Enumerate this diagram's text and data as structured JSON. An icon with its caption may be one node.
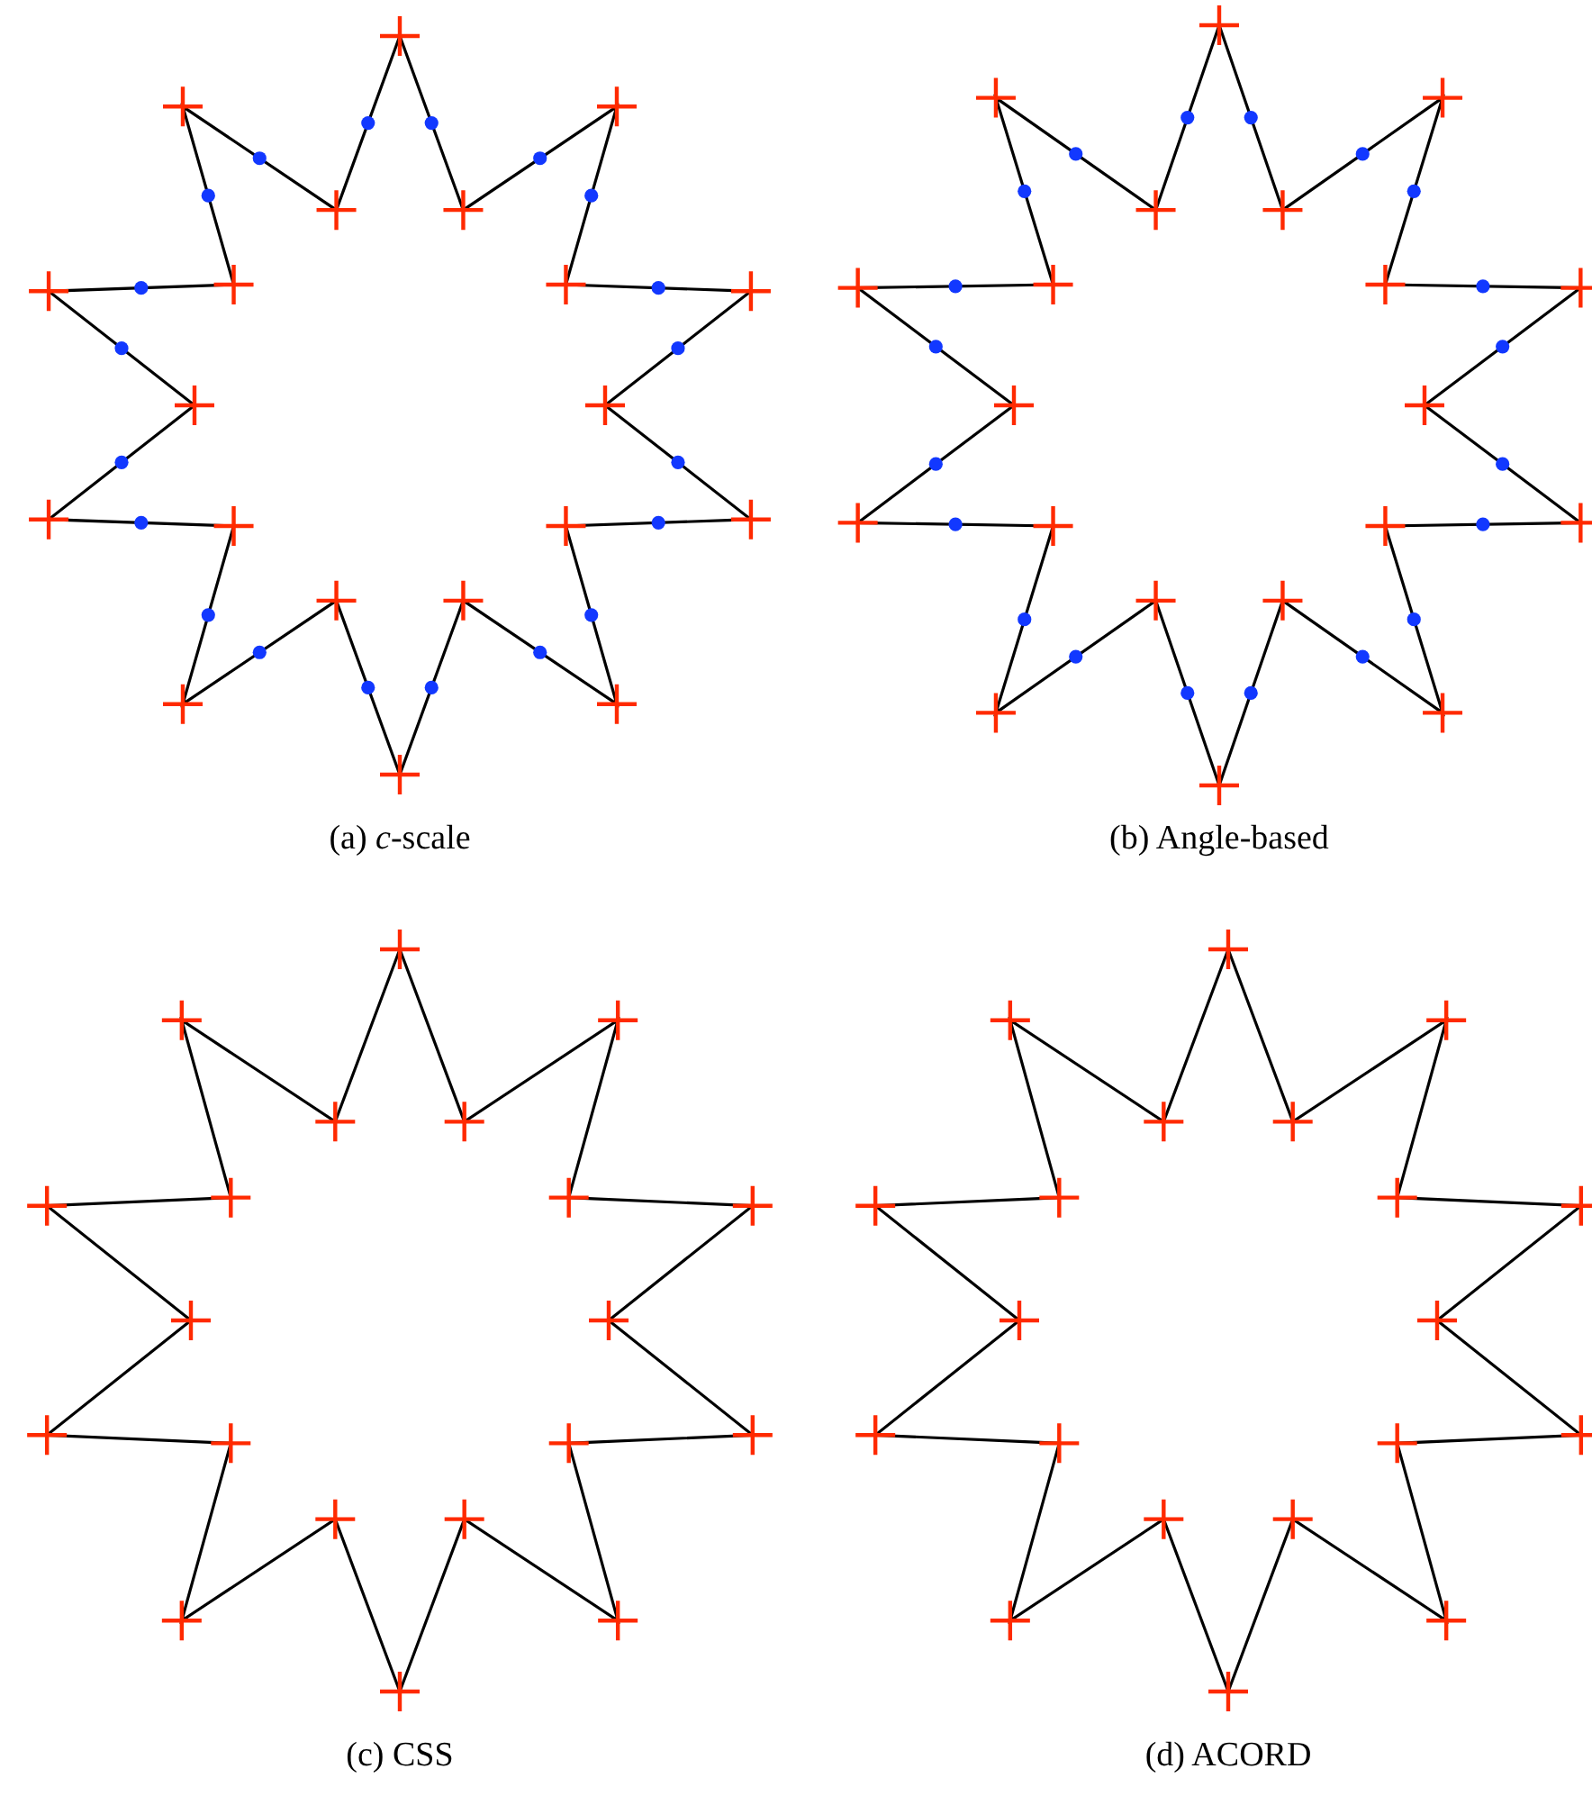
{
  "diagram": {
    "labels": [
      "(a) *c*-scale",
      "(b) Angle-based",
      "(c) CSS",
      "(d) ACORD"
    ]
  }
}
